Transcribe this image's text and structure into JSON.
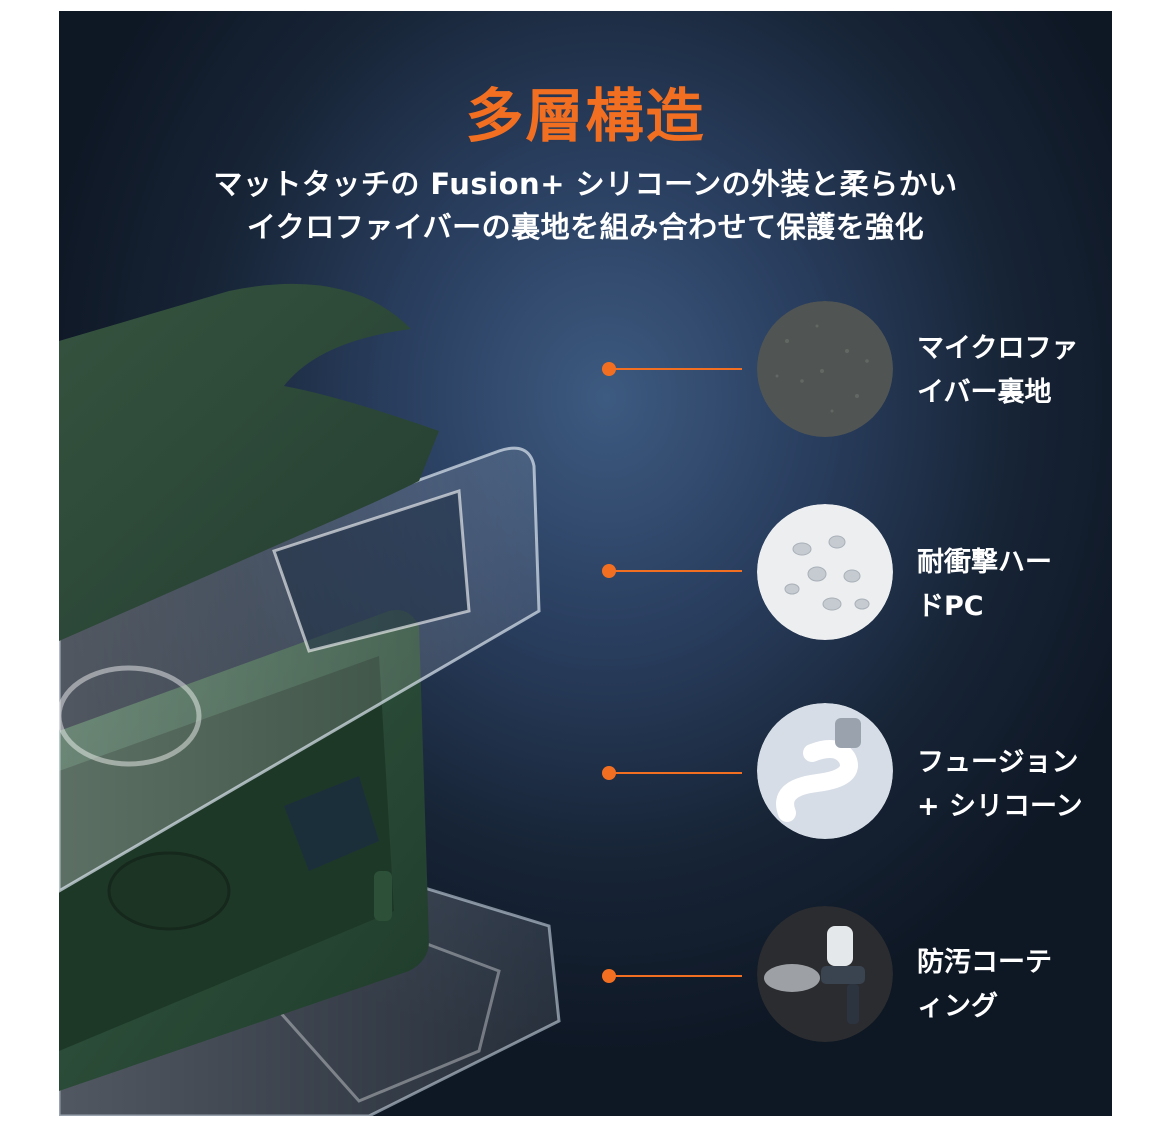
{
  "title": "多層構造",
  "subtitle": {
    "line1": "マットタッチの Fusion+ シリコーンの外装と柔らかい",
    "line2": "イクロファイバーの裏地を組み合わせて保護を強化"
  },
  "colors": {
    "accent": "#f26f21",
    "background": "#1b2a40",
    "fabric_green": "#2e4a3c",
    "silicone_green": "#2d4f3a"
  },
  "layers": [
    {
      "line1": "マイクロファ",
      "line2": "イバー裏地",
      "icon": "microfiber-texture-icon"
    },
    {
      "line1": "耐衝撃ハー",
      "line2": "ドPC",
      "icon": "pc-pellets-icon"
    },
    {
      "line1": "フュージョン",
      "line2": "+ シリコーン",
      "icon": "silicone-tube-icon"
    },
    {
      "line1": "防汚コーテ",
      "line2": "ィング",
      "icon": "spray-gun-icon"
    }
  ]
}
